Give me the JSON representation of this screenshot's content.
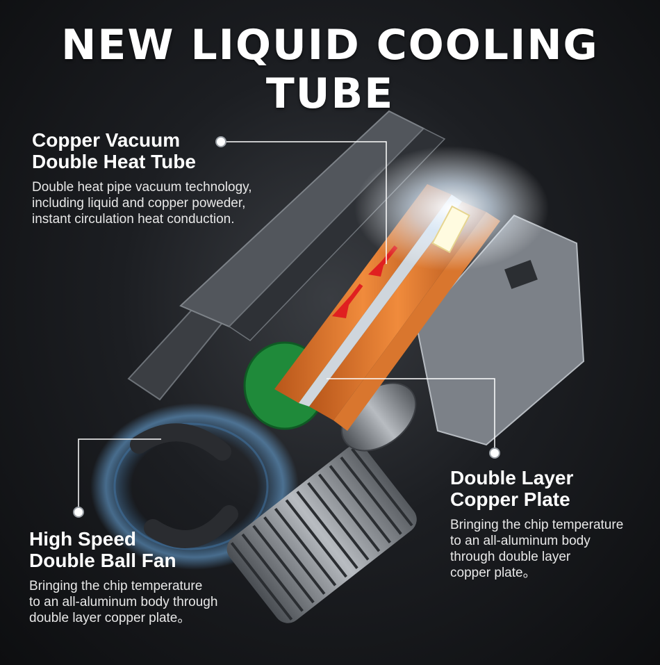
{
  "title": "NEW LIQUID COOLING TUBE",
  "callouts": {
    "copper_tube": {
      "heading_line1": "Copper Vacuum",
      "heading_line2": "Double Heat Tube",
      "desc_line1": "Double heat pipe vacuum technology,",
      "desc_line2": "including liquid and copper poweder,",
      "desc_line3": "instant circulation heat conduction."
    },
    "copper_plate": {
      "heading_line1": "Double Layer",
      "heading_line2": "Copper Plate",
      "desc_line1": "Bringing the chip temperature",
      "desc_line2": "to an all-aluminum body",
      "desc_line3": "through double layer",
      "desc_line4": "copper plate。"
    },
    "fan": {
      "heading_line1": "High Speed",
      "heading_line2": "Double Ball Fan",
      "desc_line1": "Bringing the chip temperature",
      "desc_line2": "to an all-aluminum body through",
      "desc_line3": "double layer copper plate。"
    }
  },
  "colors": {
    "background": "#1c1e22",
    "copper": "#d9762e",
    "heat_arrow": "#e02020",
    "pcb_green": "#1f8a3a",
    "aluminum": "#9aa0a6"
  }
}
